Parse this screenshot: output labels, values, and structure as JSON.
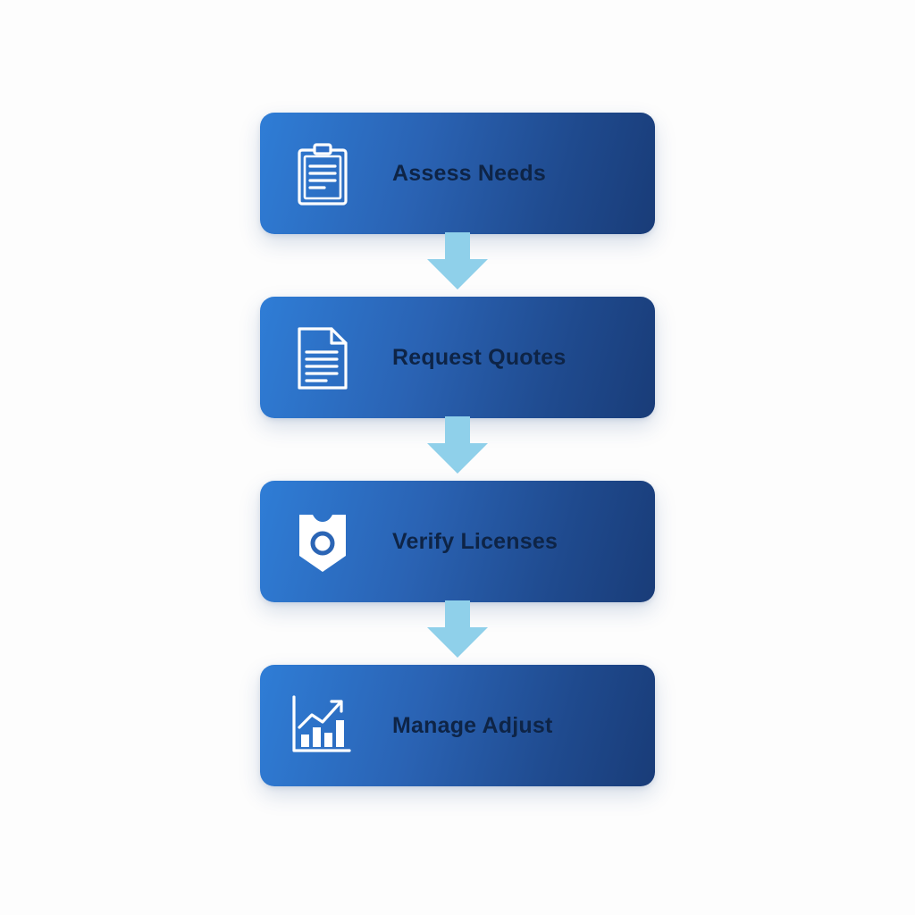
{
  "steps": [
    {
      "label": "Assess Needs",
      "icon": "clipboard-icon"
    },
    {
      "label": "Request Quotes",
      "icon": "document-icon"
    },
    {
      "label": "Verify Licenses",
      "icon": "license-badge-icon"
    },
    {
      "label": "Manage Adjust",
      "icon": "growth-chart-icon"
    }
  ],
  "colors": {
    "card_start": "#2f7dd6",
    "card_end": "#193c78",
    "label_text": "#0e2446",
    "arrow": "#8fd0ea",
    "icon": "#ffffff"
  }
}
